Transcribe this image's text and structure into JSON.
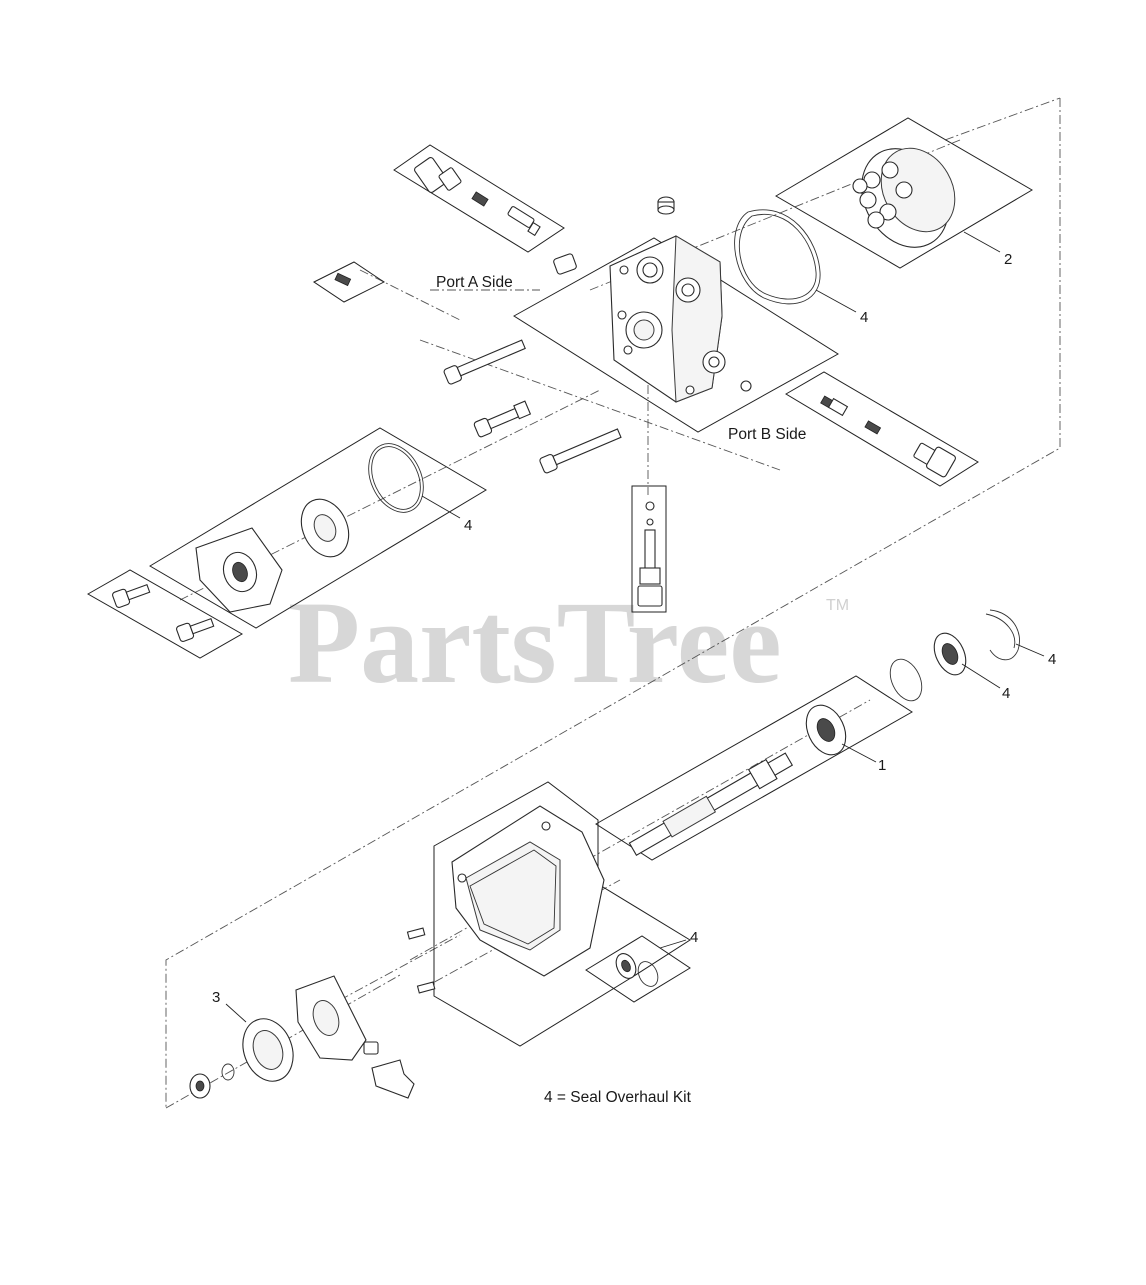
{
  "labels": {
    "port_a_side": "Port A Side",
    "port_b_side": "Port B Side",
    "legend": "4 = Seal Overhaul Kit"
  },
  "callouts": {
    "c1": "1",
    "c2": "2",
    "c3": "3",
    "c4_top_oring": "4",
    "c4_left_oring": "4",
    "c4_retaining_ring": "4",
    "c4_seal": "4",
    "c4_lower_seal": "4"
  },
  "watermark": {
    "text": "PartsTree",
    "mark": "TM"
  }
}
